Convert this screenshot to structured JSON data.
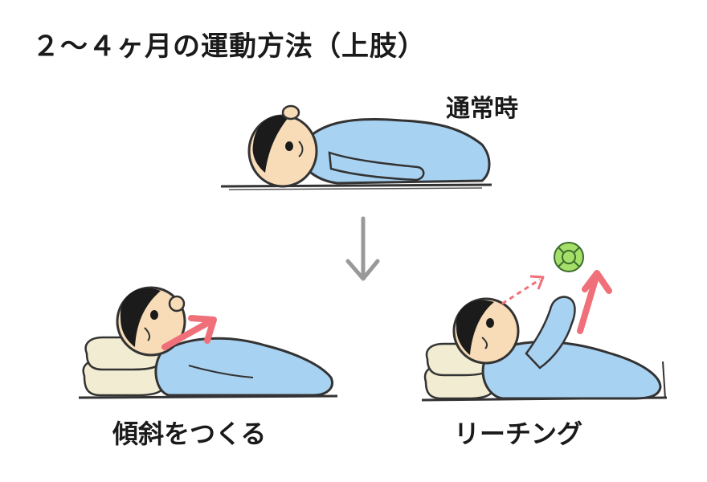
{
  "title": "２～４ヶ月の運動方法（上肢）",
  "panels": {
    "top_label": "通常時",
    "bottom_left_caption": "傾斜をつくる",
    "bottom_right_caption": "リーチング"
  },
  "colors": {
    "suit": "#a8d2f2",
    "skin": "#f7dcb7",
    "hair": "#1b1b1b",
    "pillow": "#f1ecd2",
    "arrow_red": "#f0707a",
    "arrow_gray": "#999999",
    "ball": "#a6de6a"
  }
}
